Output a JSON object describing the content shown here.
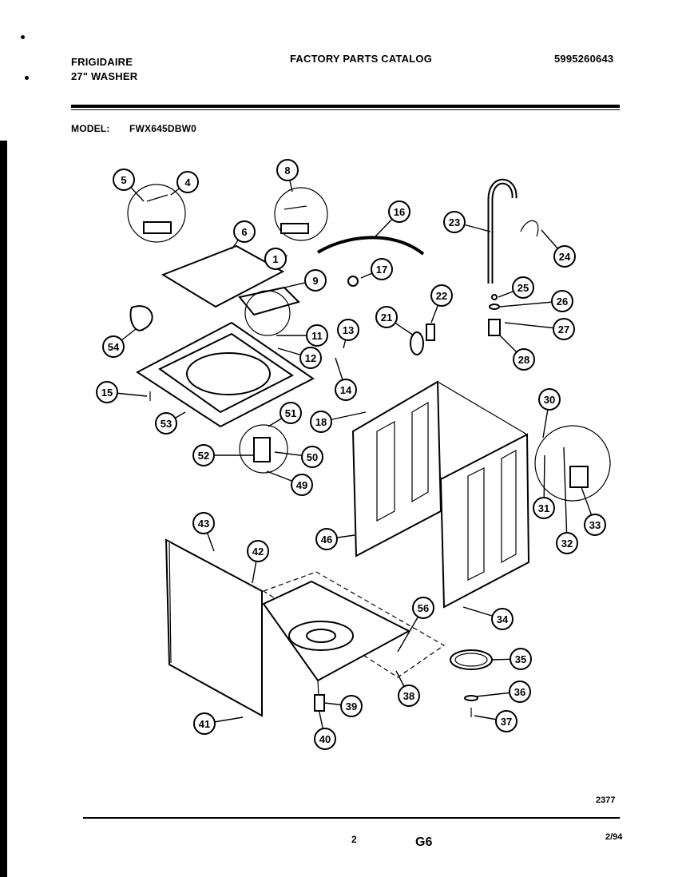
{
  "header": {
    "brand": "FRIGIDAIRE",
    "product": "27\" WASHER",
    "catalog_title": "FACTORY PARTS CATALOG",
    "catalog_number": "5995260643",
    "model_label": "MODEL:",
    "model_number": "FWX645DBW0"
  },
  "footer": {
    "figure_code": "2377",
    "page_number": "2",
    "section_code": "G6",
    "date": "2/94"
  },
  "callouts": [
    "1",
    "4",
    "5",
    "6",
    "8",
    "9",
    "11",
    "12",
    "13",
    "14",
    "15",
    "16",
    "17",
    "18",
    "21",
    "22",
    "23",
    "24",
    "25",
    "26",
    "27",
    "28",
    "30",
    "31",
    "32",
    "33",
    "34",
    "35",
    "36",
    "37",
    "38",
    "39",
    "40",
    "41",
    "42",
    "43",
    "46",
    "49",
    "50",
    "51",
    "52",
    "53",
    "54",
    "56"
  ]
}
